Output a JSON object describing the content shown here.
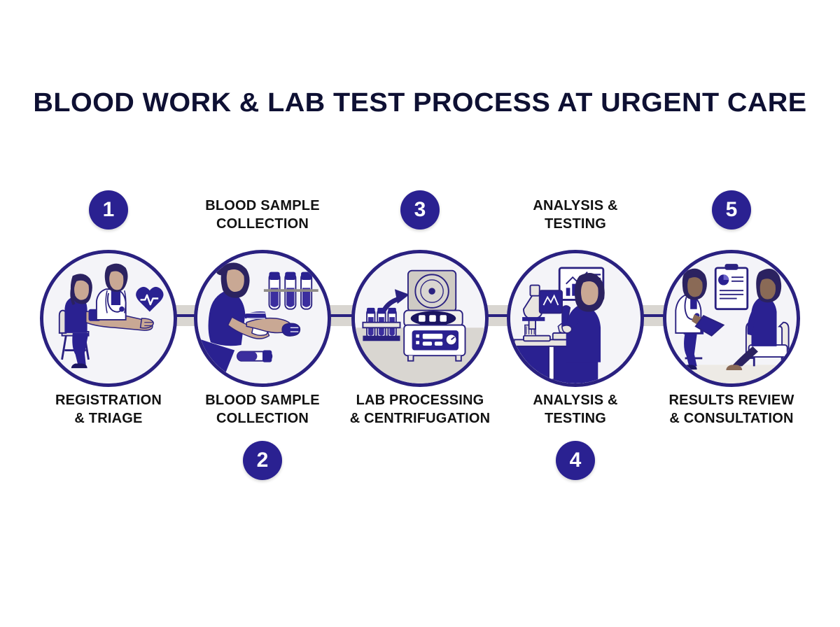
{
  "title": "BLOOD WORK & LAB TEST PROCESS AT URGENT CARE",
  "colors": {
    "badge": "#2A2191",
    "ring": "#2A2180",
    "connector": "#D9D6D1",
    "title_text": "#0E1033",
    "label_text": "#121212",
    "circle_fill": "#F4F4F8",
    "accent_blue": "#2A2191",
    "skin": "#C9A894",
    "white": "#FFFFFF"
  },
  "connector": {
    "label": "process-flow-band"
  },
  "steps": [
    {
      "number": "1",
      "number_position": "top",
      "label_bottom": "REGISTRATION\n& TRIAGE",
      "label_bottom_line1": "REGISTRATION",
      "label_bottom_line2": "& TRIAGE",
      "label_top": "",
      "icon_name": "registration-triage-illustration",
      "icon_description": "Patient seated on stool with blood pressure cuff on arm, nurse in white coat with stethoscope, heart with ECG line"
    },
    {
      "number": "2",
      "number_position": "bottom",
      "label_bottom_line1": "BLOOD SAMPLE",
      "label_bottom_line2": "COLLECTION",
      "label_top_line1": "BLOOD SAMPLE",
      "label_top_line2": "COLLECTION",
      "icon_name": "blood-sample-collection-illustration",
      "icon_description": "Phlebotomist in blue scrubs drawing blood from patient arm with tourniquet, three capped test tubes and one vial"
    },
    {
      "number": "3",
      "number_position": "top",
      "label_bottom_line1": "LAB PROCESSING",
      "label_bottom_line2": "& CENTRIFUGATION",
      "label_top": "",
      "icon_name": "lab-processing-centrifugation-illustration",
      "icon_description": "Rack of three blood tubes with curved arrow pointing to a benchtop centrifuge with control panel"
    },
    {
      "number": "4",
      "number_position": "bottom",
      "label_bottom_line1": "ANALYSIS &",
      "label_bottom_line2": "TESTING",
      "label_top_line1": "ANALYSIS &",
      "label_top_line2": "TESTING",
      "icon_name": "analysis-testing-illustration",
      "icon_description": "Lab technician at bench using microscope and pipette, wall monitor showing bar and line chart"
    },
    {
      "number": "5",
      "number_position": "top",
      "label_bottom_line1": "RESULTS REVIEW",
      "label_bottom_line2": "& CONSULTATION",
      "label_top": "",
      "icon_name": "results-review-consultation-illustration",
      "icon_description": "Doctor with clipboard seated on stool consulting seated patient, wall-mounted report with pie chart"
    }
  ]
}
